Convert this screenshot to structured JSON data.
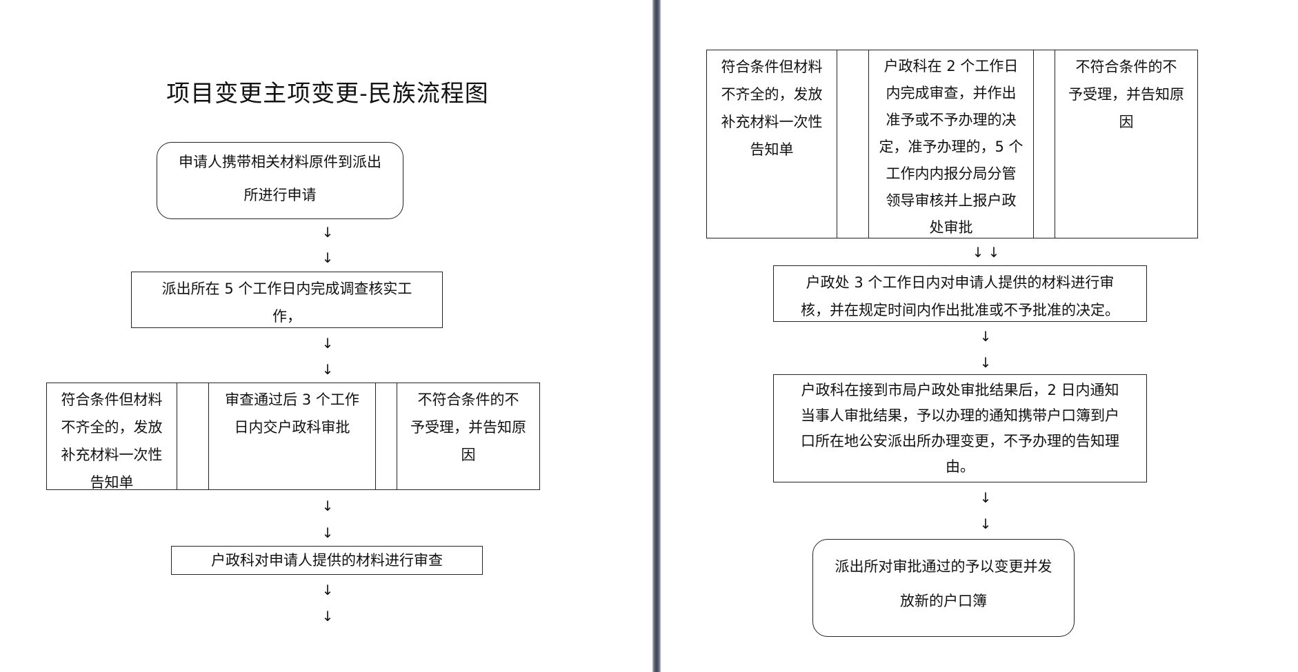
{
  "left": {
    "title": "项目变更主项变更-民族流程图",
    "step1": [
      "申请人携带相关材料原件到派出",
      "所进行申请"
    ],
    "step2": [
      "派出所在 5 个工作日内完成调查核实工",
      "作，"
    ],
    "branches": {
      "incomplete": [
        "符合条件但材料",
        "不齐全的，发放",
        "补充材料一次性",
        "告知单"
      ],
      "pass": [
        "审查通过后 3 个工作",
        "日内交户政科审批"
      ],
      "reject": [
        "不符合条件的不",
        "予受理，并告知原",
        "因"
      ]
    },
    "step3": "户政科对申请人提供的材料进行审查"
  },
  "right": {
    "branches": {
      "incomplete": [
        "符合条件但材料",
        "不齐全的，发放",
        "补充材料一次性",
        "告知单"
      ],
      "review": [
        "户政科在 2 个工作日",
        "内完成审查，并作出",
        "准予或不予办理的决",
        "定，准予办理的，5 个",
        "工作内内报分局分管",
        "领导审核并上报户政",
        "处审批"
      ],
      "reject": [
        "不符合条件的不",
        "予受理，并告知原",
        "因"
      ]
    },
    "step4": [
      "户政处 3 个工作日内对申请人提供的材料进行审",
      "核，并在规定时间内作出批准或不予批准的决定。"
    ],
    "step5": [
      "户政科在接到市局户政处审批结果后，2 日内通知",
      "当事人审批结果，予以办理的通知携带户口簿到户",
      "口所在地公安派出所办理变更，不予办理的告知理",
      "由。"
    ],
    "step6": [
      "派出所对审批通过的予以变更并发",
      "放新的户口簿"
    ]
  },
  "arrow_glyph": "↓"
}
